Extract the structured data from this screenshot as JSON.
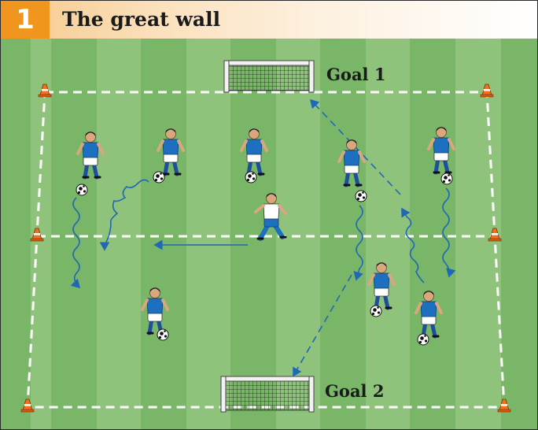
{
  "header": {
    "number": "1",
    "title": "The great wall"
  },
  "goals": {
    "goal1_label": "Goal 1",
    "goal2_label": "Goal 2"
  },
  "colors": {
    "header_accent": "#f0961e",
    "pitch_light": "#8fc27b",
    "pitch_dark": "#78b266",
    "player_kit": "#1d6fc0",
    "defender_kit": "#ffffff",
    "arrow": "#1f68b5",
    "cone": "#f07020"
  }
}
